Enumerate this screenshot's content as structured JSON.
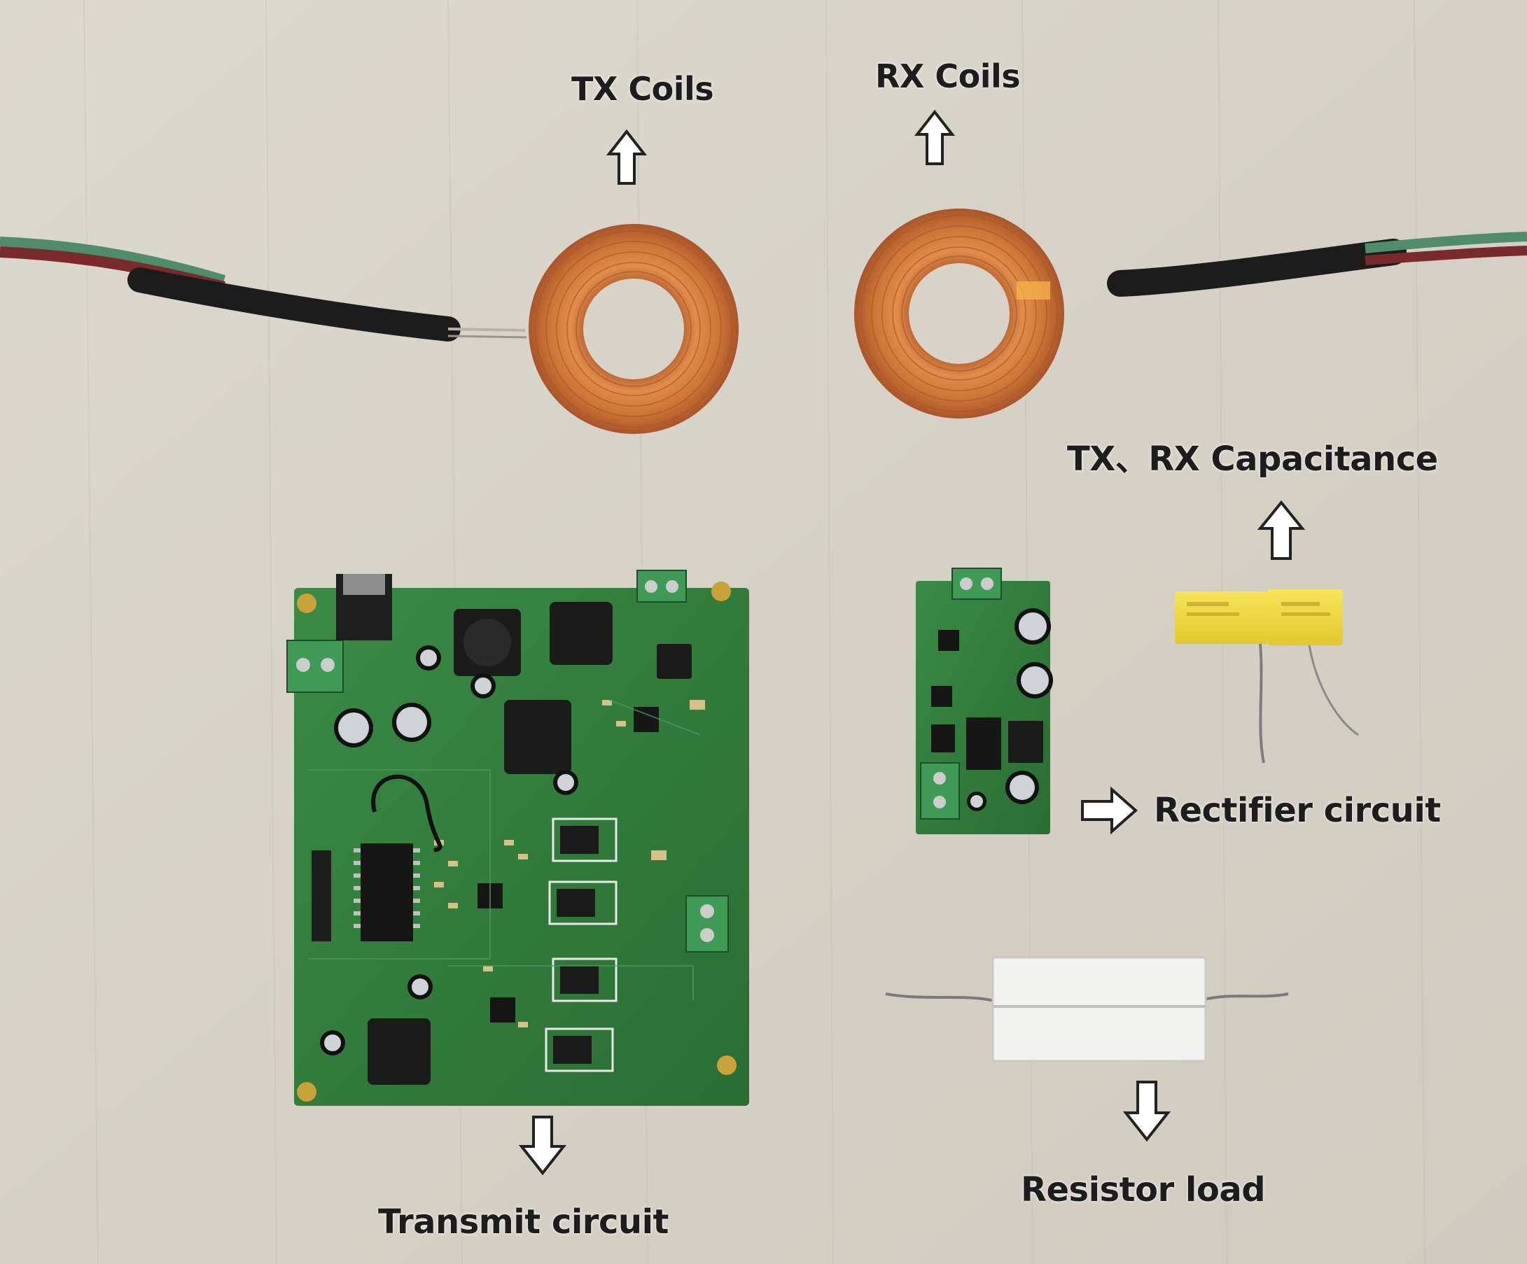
{
  "labels": {
    "tx_coils": "TX Coils",
    "rx_coils": "RX Coils",
    "capacitance": "TX、RX Capacitance",
    "rectifier": "Rectifier circuit",
    "resistor": "Resistor load",
    "transmit": "Transmit circuit"
  },
  "colors": {
    "background": "#d7d3c8",
    "pcb": "#2f7a3b",
    "copper": "#d07a3e",
    "capacitor_yellow": "#f0dc3a",
    "cable": "#1c1c1c"
  }
}
